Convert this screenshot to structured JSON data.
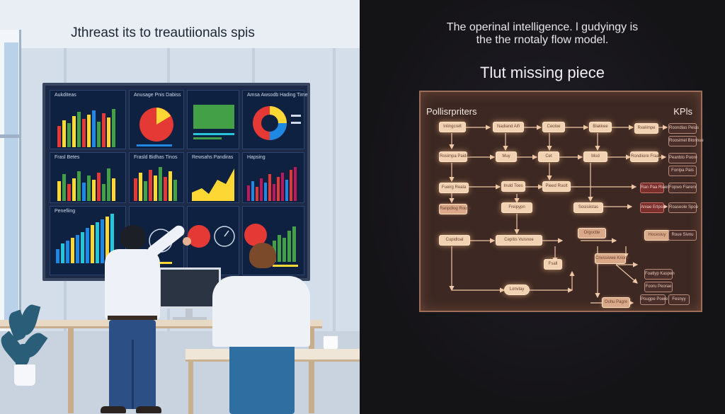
{
  "left_panel": {
    "heading": "Jthreast its to treautiionals spis",
    "dashboard": {
      "tiles": [
        {
          "title": "Aukditeas",
          "chart": "bar"
        },
        {
          "title": "Anusage Pnis Dabiss",
          "chart": "pie"
        },
        {
          "title": "",
          "chart": "area"
        },
        {
          "title": "Amsa Awsodb Hading Time",
          "chart": "donut"
        },
        {
          "title": "Frasl Betes",
          "chart": "bar"
        },
        {
          "title": "Frasld Bidhas Tinos",
          "chart": "bar"
        },
        {
          "title": "Rewsahs Pandiras",
          "chart": "area"
        },
        {
          "title": "Hapsing",
          "chart": "bar"
        },
        {
          "title": "Penefiing",
          "chart": "bar"
        },
        {
          "title": "",
          "chart": "gauge"
        },
        {
          "title": "",
          "chart": "pie"
        },
        {
          "title": "",
          "chart": "bar"
        }
      ]
    }
  },
  "right_panel": {
    "heading_line1": "The operinal intelligence. l gudyingy is",
    "heading_line2": "the the rnotaly flow model.",
    "subheading": "Tlut missing piece",
    "board": {
      "left_label": "Pollisrpriters",
      "right_label": "KPls",
      "nodes": {
        "n1": "Inlingcrelt",
        "n2": "Nadiand Aifi",
        "n3": "Ceoloe",
        "n4": "Blakkee",
        "n5": "Rxelimpe",
        "n6": "Rosimpa Paidin",
        "n7": "Muy",
        "n8": "Cet",
        "n9": "Mod",
        "n10": "Rondiiore Fraar",
        "n11": "Fueirg Reala",
        "n12": "Inuld Toes",
        "n13": "Pieed Ruolt",
        "n14": "Ranpdlog Rouse",
        "n15": "Freipypn",
        "n16": "Sosisiistas",
        "n17": "Orgoctte",
        "n18": "Cupidloal",
        "n19": "Cepitis Vuisnoe",
        "n20": "Fsall",
        "n21": "Cnvssivwe Kriorle",
        "n22": "Lonvlay",
        "n23": "Ouhu Pagre",
        "n24": "Hocesiuy"
      },
      "kpis": [
        "Roondlas Pelas",
        "Roosimel Blonnue",
        "Peanblo Puore",
        "Fonlpa Pais",
        "Ran Paa Riaes",
        "Fopwo Fiarenr",
        "Aniae Erlpsis",
        "Roaseole Spoe",
        "Roue Sivnu",
        "Foatlyp Kaspen",
        "Fooru Peorae",
        "Pougpe Poere",
        "Fesnyy"
      ]
    }
  }
}
